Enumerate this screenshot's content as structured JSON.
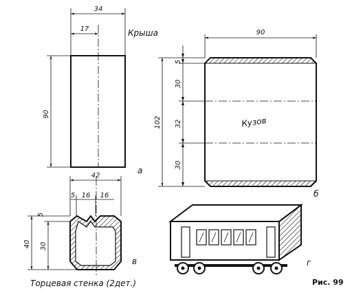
{
  "figure_label": "Рис. 99",
  "panels": {
    "a": {
      "letter": "а",
      "title": "Крыша",
      "dims": {
        "width": "34",
        "half": "17",
        "height": "90"
      }
    },
    "b": {
      "letter": "б",
      "title": "Кузов",
      "dims": {
        "width": "90",
        "total_height": "102",
        "seg_top": "5",
        "seg1": "30",
        "seg2": "32",
        "seg3": "30"
      }
    },
    "v": {
      "letter": "в",
      "caption": "Торцевая стенка (2дет.)",
      "dims": {
        "width": "42",
        "w1": "5",
        "w2": "16",
        "w3": "16",
        "left_top": "5",
        "total": "40",
        "lower": "30"
      }
    },
    "g": {
      "letter": "г"
    }
  }
}
